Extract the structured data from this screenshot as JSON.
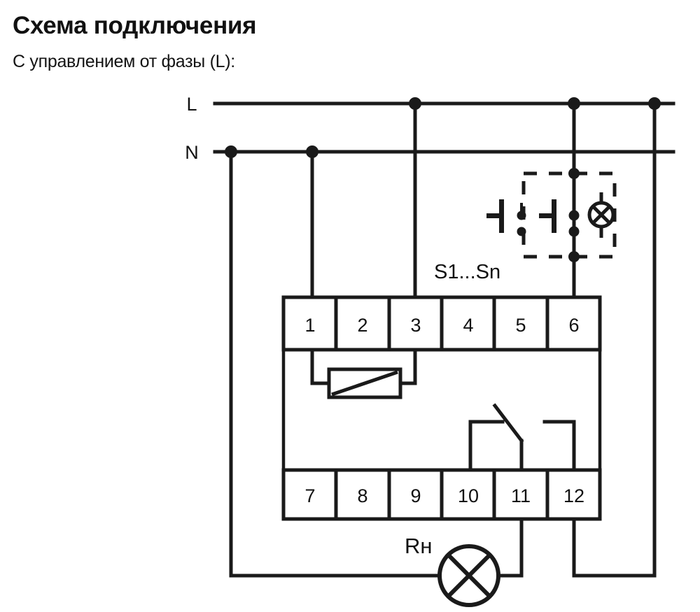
{
  "header": {
    "title": "Схема подключения",
    "subtitle": "С управлением от фазы (L):"
  },
  "diagram": {
    "line_labels": {
      "phase": "L",
      "neutral": "N"
    },
    "switch_group_label": "S1...Sn",
    "load_label": "Rн",
    "terminals_top": [
      "1",
      "2",
      "3",
      "4",
      "5",
      "6"
    ],
    "terminals_bottom": [
      "7",
      "8",
      "9",
      "10",
      "11",
      "12"
    ],
    "colors": {
      "wire": "#1a1a1a",
      "background": "#ffffff",
      "text": "#111111"
    }
  }
}
